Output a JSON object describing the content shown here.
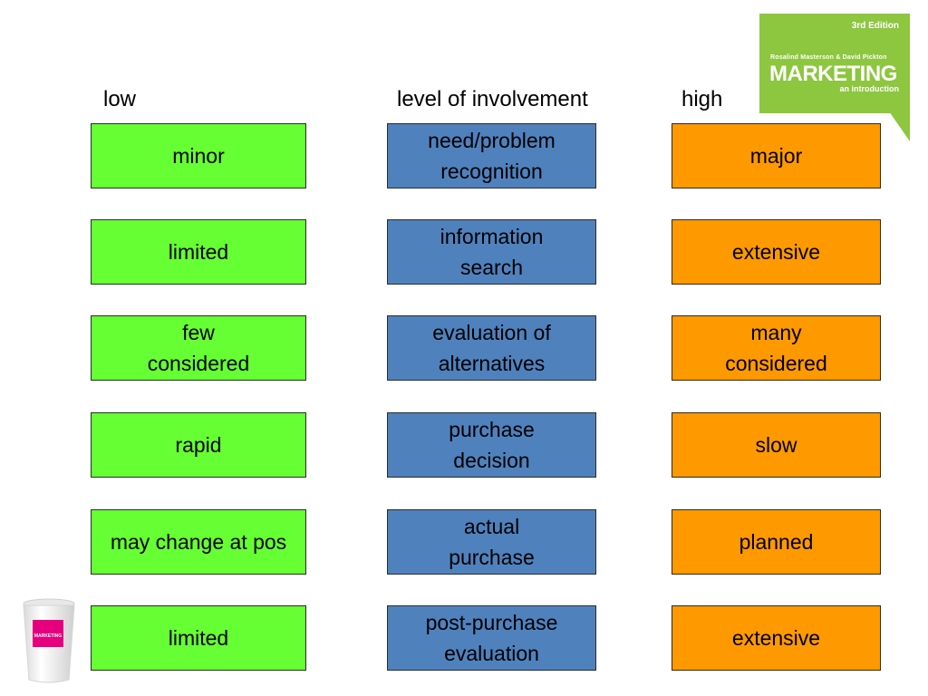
{
  "headers": {
    "low": "low",
    "level": "level of involvement",
    "high": "high"
  },
  "rows": [
    {
      "low": "minor",
      "stage": "need/problem\nrecognition",
      "high": "major"
    },
    {
      "low": "limited",
      "stage": "information\nsearch",
      "high": "extensive"
    },
    {
      "low": "few\nconsidered",
      "stage": "evaluation of\nalternatives",
      "high": "many\nconsidered"
    },
    {
      "low": "rapid",
      "stage": "purchase\ndecision",
      "high": "slow"
    },
    {
      "low": "may change at pos",
      "stage": "actual\npurchase",
      "high": "planned"
    },
    {
      "low": "limited",
      "stage": "post-purchase\nevaluation",
      "high": "extensive"
    }
  ],
  "logo": {
    "edition": "3rd Edition",
    "authors": "Rosalind Masterson & David Pickton",
    "title": "MARKETING",
    "subtitle": "an introduction"
  },
  "cup_label": "MARKETING",
  "colors": {
    "low_box": "#66ff33",
    "stage_box": "#4f81bd",
    "high_box": "#ff9900",
    "logo_green": "#8dc63f",
    "cup_pink": "#e6007e"
  }
}
